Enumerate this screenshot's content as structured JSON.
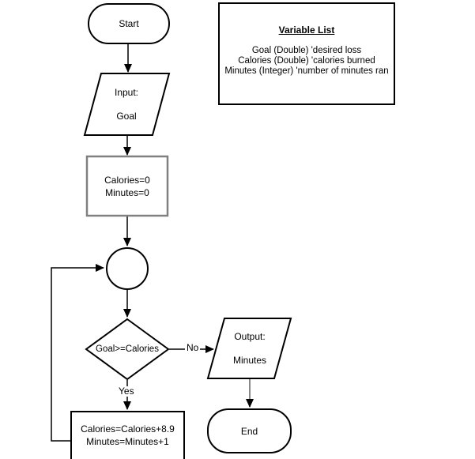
{
  "canvas": {
    "background": "#ffffff",
    "line_color": "#000000",
    "init_box_border": "#808080",
    "gray_connector": "#888888"
  },
  "nodes": {
    "start": {
      "label": "Start"
    },
    "input_goal": {
      "line1": "Input:",
      "line2": "Goal"
    },
    "init": {
      "line1": "Calories=0",
      "line2": "Minutes=0"
    },
    "loop_connector": {
      "label": ""
    },
    "decision": {
      "label": "Goal>=Calories"
    },
    "output": {
      "line1": "Output:",
      "line2": "Minutes"
    },
    "end": {
      "label": "End"
    },
    "update": {
      "line1": "Calories=Calories+8.9",
      "line2": "Minutes=Minutes+1"
    }
  },
  "edges": {
    "no_label": "No",
    "yes_label": "Yes"
  },
  "variable_list": {
    "title": "Variable List",
    "items": [
      "Goal (Double)  'desired loss",
      "Calories (Double) 'calories burned",
      "Minutes (Integer) 'number of minutes ran"
    ]
  }
}
